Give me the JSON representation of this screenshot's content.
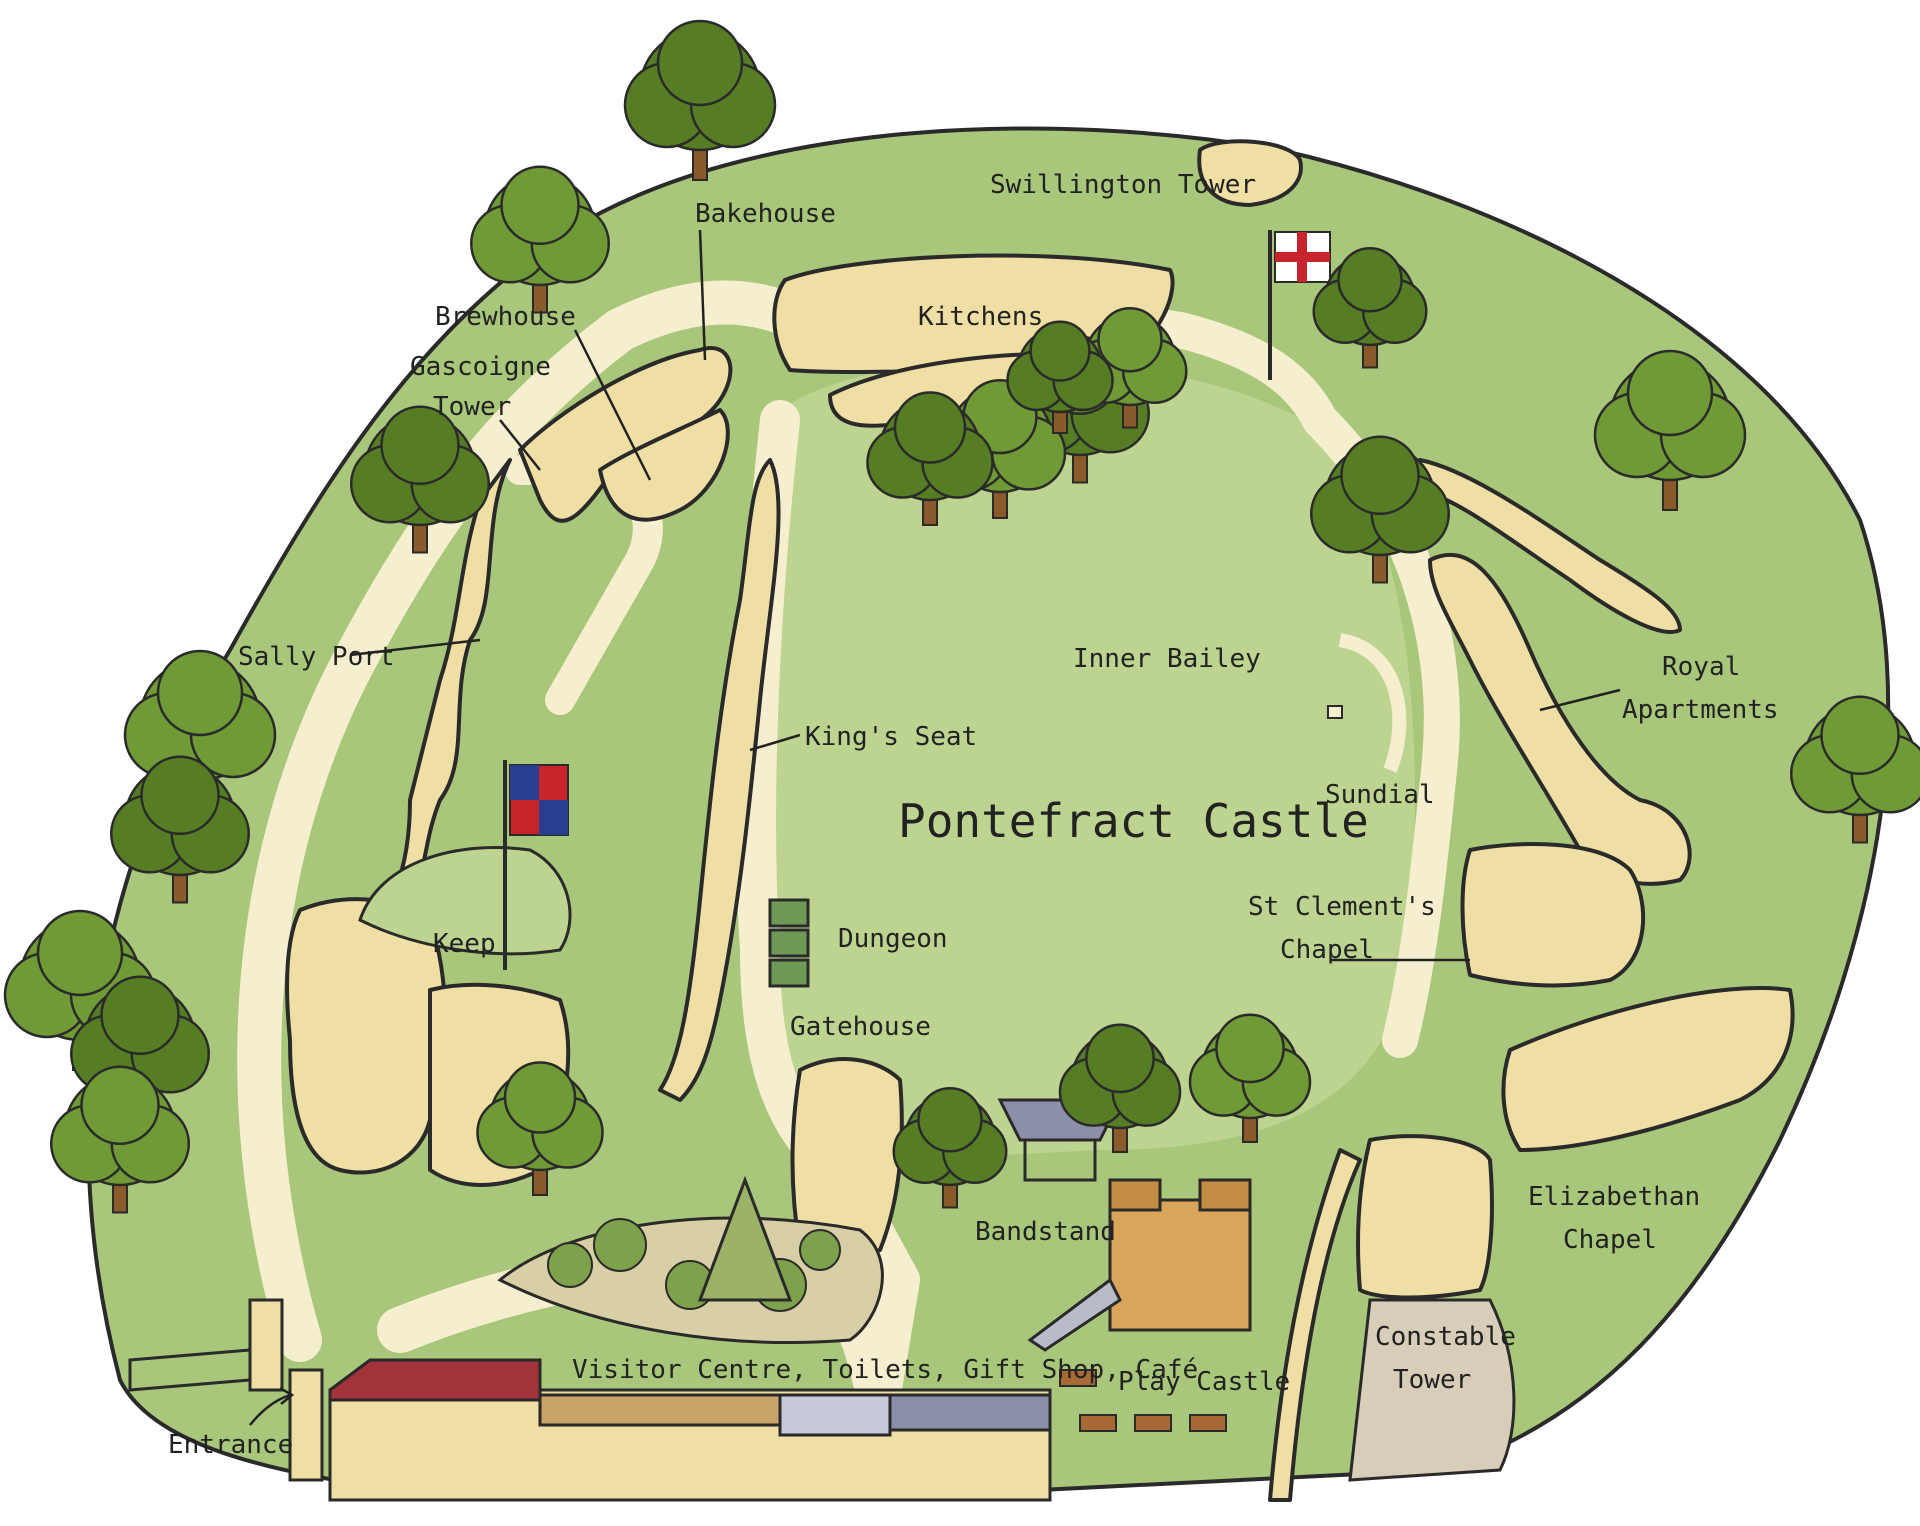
{
  "title": "Pontefract Castle",
  "colors": {
    "outer_grass": "#a9c77a",
    "inner_grass": "#bdd491",
    "path": "#f6efcf",
    "stone": "#f0dfa5",
    "tree": "#6f9a35",
    "tree_dark": "#577d24",
    "trunk": "#8a5a2b",
    "outline": "#2a2a2a",
    "roof_red": "#a3333a",
    "roof_grey": "#8c8fa8",
    "flag_red": "#c8242b"
  },
  "labels": {
    "swillington_tower": "Swillington Tower",
    "bakehouse": "Bakehouse",
    "kitchens": "Kitchens",
    "brewhouse": "Brewhouse",
    "gascoigne_tower_1": "Gascoigne",
    "gascoigne_tower_2": "Tower",
    "sally_port": "Sally Port",
    "inner_bailey": "Inner Bailey",
    "kings_seat": "King's Seat",
    "royal_apartments_1": "Royal",
    "royal_apartments_2": "Apartments",
    "sundial": "Sundial",
    "keep": "Keep",
    "dungeon": "Dungeon",
    "st_clements_chapel_1": "St Clement's",
    "st_clements_chapel_2": "Chapel",
    "gatehouse": "Gatehouse",
    "bandstand": "Bandstand",
    "elizabethan_chapel_1": "Elizabethan",
    "elizabethan_chapel_2": "Chapel",
    "visitor_centre": "Visitor Centre, Toilets, Gift Shop, Café",
    "play_castle": "Play Castle",
    "constable_tower_1": "Constable",
    "constable_tower_2": "Tower",
    "entrance": "Entrance"
  }
}
